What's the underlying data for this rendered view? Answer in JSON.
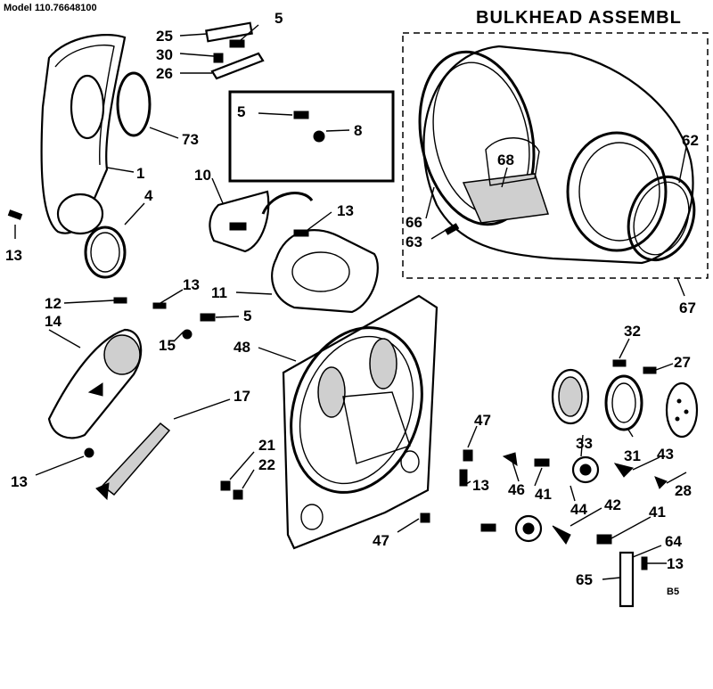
{
  "header": {
    "model": "Model 110.76648100",
    "title": "BULKHEAD ASSEMBL"
  },
  "footer_code": "B5",
  "callouts": [
    {
      "id": "c25",
      "text": "25"
    },
    {
      "id": "c5a",
      "text": "5"
    },
    {
      "id": "c30",
      "text": "30"
    },
    {
      "id": "c26",
      "text": "26"
    },
    {
      "id": "c73",
      "text": "73"
    },
    {
      "id": "c1",
      "text": "1"
    },
    {
      "id": "c4",
      "text": "4"
    },
    {
      "id": "c13a",
      "text": "13"
    },
    {
      "id": "c5b",
      "text": "5"
    },
    {
      "id": "c8",
      "text": "8"
    },
    {
      "id": "c10",
      "text": "10"
    },
    {
      "id": "c13b",
      "text": "13"
    },
    {
      "id": "c11",
      "text": "11"
    },
    {
      "id": "c12",
      "text": "12"
    },
    {
      "id": "c13c",
      "text": "13"
    },
    {
      "id": "c14",
      "text": "14"
    },
    {
      "id": "c5c",
      "text": "5"
    },
    {
      "id": "c15",
      "text": "15"
    },
    {
      "id": "c48",
      "text": "48"
    },
    {
      "id": "c17",
      "text": "17"
    },
    {
      "id": "c21",
      "text": "21"
    },
    {
      "id": "c22",
      "text": "22"
    },
    {
      "id": "c13d",
      "text": "13"
    },
    {
      "id": "c68",
      "text": "68"
    },
    {
      "id": "c62",
      "text": "62"
    },
    {
      "id": "c66",
      "text": "66"
    },
    {
      "id": "c63",
      "text": "63"
    },
    {
      "id": "c67",
      "text": "67"
    },
    {
      "id": "c32",
      "text": "32"
    },
    {
      "id": "c27",
      "text": "27"
    },
    {
      "id": "c47a",
      "text": "47"
    },
    {
      "id": "c33",
      "text": "33"
    },
    {
      "id": "c31",
      "text": "31"
    },
    {
      "id": "c43",
      "text": "43"
    },
    {
      "id": "c13e",
      "text": "13"
    },
    {
      "id": "c46",
      "text": "46"
    },
    {
      "id": "c41a",
      "text": "41"
    },
    {
      "id": "c44",
      "text": "44"
    },
    {
      "id": "c42",
      "text": "42"
    },
    {
      "id": "c28",
      "text": "28"
    },
    {
      "id": "c41b",
      "text": "41"
    },
    {
      "id": "c47b",
      "text": "47"
    },
    {
      "id": "c64",
      "text": "64"
    },
    {
      "id": "c13f",
      "text": "13"
    },
    {
      "id": "c65",
      "text": "65"
    }
  ]
}
